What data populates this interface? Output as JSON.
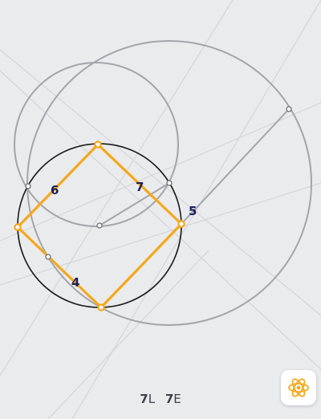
{
  "colors": {
    "background": "#eaebed",
    "construction": "#a3a5aa",
    "guide": "#c8cacf",
    "given": "#1a1a1a",
    "solution": "#f5a81c",
    "label": "#1b1f5e"
  },
  "steps": [
    "4",
    "5",
    "6",
    "7"
  ],
  "footer": {
    "lines_count": "7",
    "lines_unit": "L",
    "euclid_count": "7",
    "euclid_unit": "E"
  },
  "hint_button": {
    "icon": "atom-icon"
  }
}
